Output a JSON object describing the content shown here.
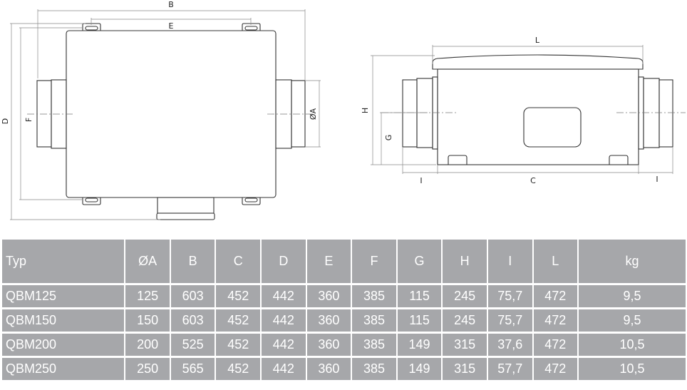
{
  "drawing": {
    "top_view": {
      "B": "B",
      "E": "E",
      "D": "D",
      "F": "F",
      "A": "ØA"
    },
    "side_view": {
      "L": "L",
      "H": "H",
      "G": "G",
      "C": "C",
      "I_left": "I",
      "I_right": "I"
    }
  },
  "table": {
    "headers": [
      "Typ",
      "ØA",
      "B",
      "C",
      "D",
      "E",
      "F",
      "G",
      "H",
      "I",
      "L",
      "kg"
    ],
    "rows": [
      [
        "QBM125",
        "125",
        "603",
        "452",
        "442",
        "360",
        "385",
        "115",
        "245",
        "75,7",
        "472",
        "9,5"
      ],
      [
        "QBM150",
        "150",
        "603",
        "452",
        "442",
        "360",
        "385",
        "115",
        "245",
        "75,7",
        "472",
        "9,5"
      ],
      [
        "QBM200",
        "200",
        "525",
        "452",
        "442",
        "360",
        "385",
        "149",
        "315",
        "37,6",
        "472",
        "10,5"
      ],
      [
        "QBM250",
        "250",
        "565",
        "452",
        "442",
        "360",
        "385",
        "149",
        "315",
        "57,7",
        "472",
        "10,5"
      ]
    ]
  }
}
